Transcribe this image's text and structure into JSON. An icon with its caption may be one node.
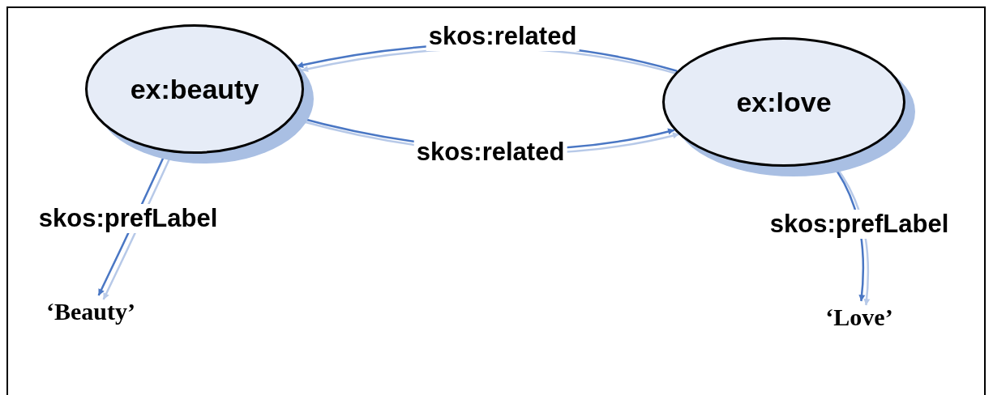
{
  "diagram": {
    "nodes": [
      {
        "text": [
          "ex:beauty"
        ]
      },
      {
        "text": [
          "ex:love"
        ]
      },
      {
        "text": [
          "‘Beauty’"
        ]
      },
      {
        "text": [
          "‘Love’"
        ]
      }
    ],
    "edges": [
      {
        "from": 1,
        "to": 0,
        "arrow": "to",
        "label": "skos:related"
      },
      {
        "from": 0,
        "to": 1,
        "arrow": "to",
        "label": "skos:related"
      },
      {
        "from": 0,
        "to": 2,
        "arrow": "to",
        "label": "skos:prefLabel"
      },
      {
        "from": 1,
        "to": 3,
        "arrow": "to",
        "label": "skos:prefLabel"
      }
    ]
  }
}
